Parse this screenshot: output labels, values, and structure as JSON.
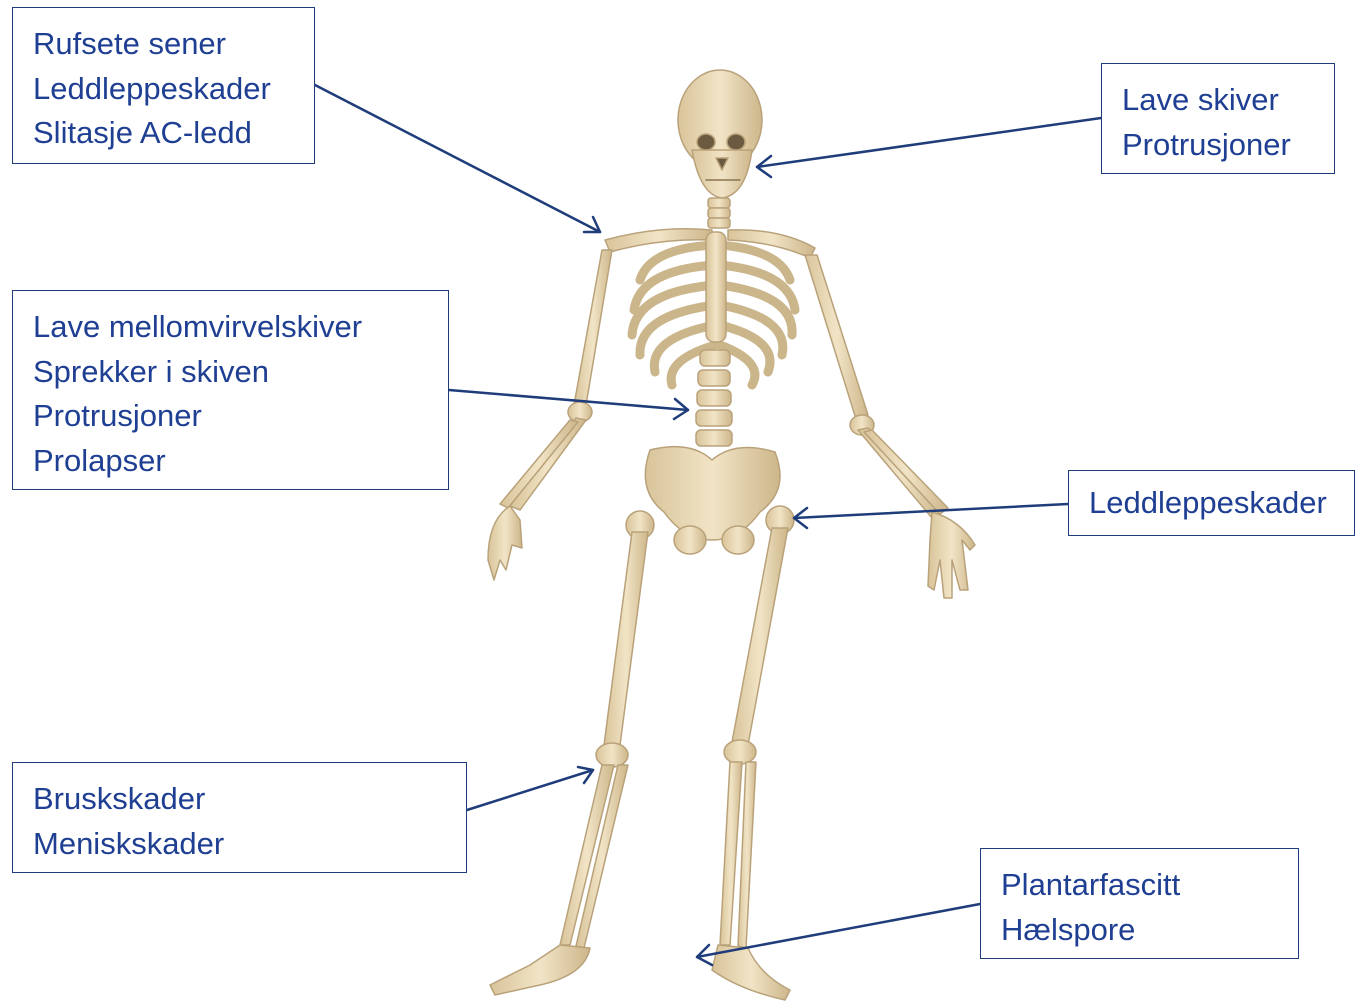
{
  "labels": {
    "shoulder": [
      "Rufsete sener",
      "Leddleppeskader",
      "Slitasje AC-ledd"
    ],
    "neck": [
      "Lave skiver",
      "Protrusjoner"
    ],
    "spine": [
      "Lave mellomvirvelskiver",
      "Sprekker i skiven",
      "Protrusjoner",
      "Prolapser"
    ],
    "hip": [
      "Leddleppeskader"
    ],
    "knee": [
      "Bruskskader",
      "Meniskskader"
    ],
    "foot": [
      "Plantarfascitt",
      "Hælspore"
    ]
  },
  "colors": {
    "text": "#1f3f93",
    "border": "#1f3d7a",
    "arrow": "#1f3d7a",
    "bone": "#ead9b4",
    "bone_shadow": "#c9b48a"
  }
}
